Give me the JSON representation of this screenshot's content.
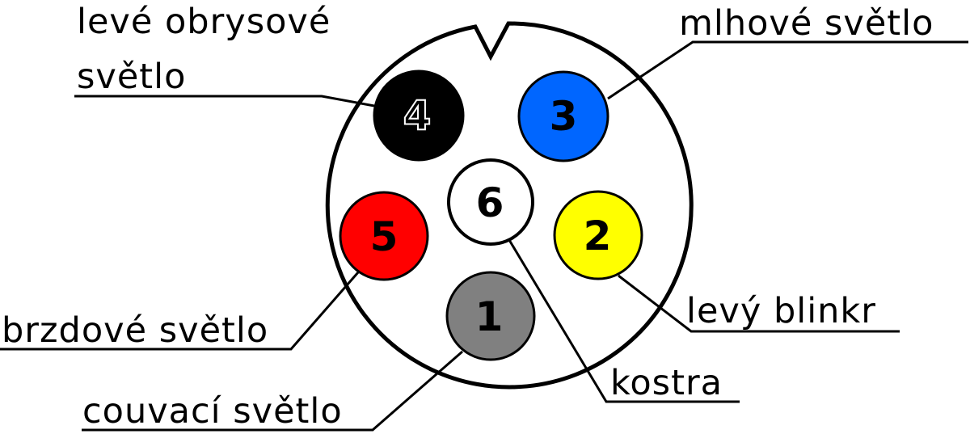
{
  "labels": {
    "left_marker_line1": "levé obrysové",
    "left_marker_line2": "světlo",
    "fog_light": "mlhové světlo",
    "brake_light": "brzdové světlo",
    "left_indicator": "levý blinkr",
    "ground": "kostra",
    "reverse_light": "couvací světlo"
  },
  "pins": [
    {
      "number": "1",
      "color": "#808080",
      "text_color": "#000000"
    },
    {
      "number": "2",
      "color": "#ffff00",
      "text_color": "#000000"
    },
    {
      "number": "3",
      "color": "#0066ff",
      "text_color": "#000000"
    },
    {
      "number": "4",
      "color": "#000000",
      "text_color": "#ffffff"
    },
    {
      "number": "5",
      "color": "#ff0000",
      "text_color": "#000000"
    },
    {
      "number": "6",
      "color": "#ffffff",
      "text_color": "#000000"
    }
  ]
}
